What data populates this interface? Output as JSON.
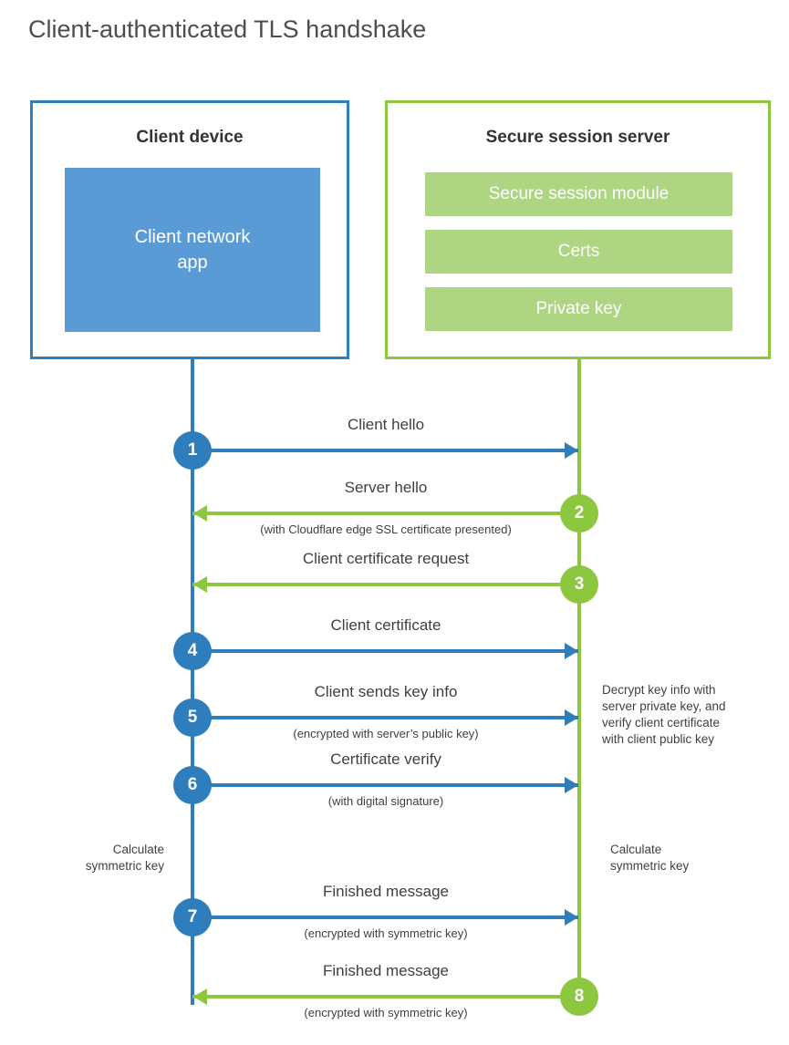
{
  "diagram": {
    "title": "Client-authenticated TLS handshake",
    "colors": {
      "client_blue": "#2e7dbd",
      "client_app_fill": "#5b9bd5",
      "server_green": "#8dc63f",
      "server_bar_fill": "#aed581",
      "text_dark": "#404040",
      "title_gray": "#4d4d4d"
    }
  },
  "client": {
    "title": "Client device",
    "app_label": "Client network\napp"
  },
  "server": {
    "title": "Secure session server",
    "bars": [
      {
        "label": "Secure session module"
      },
      {
        "label": "Certs"
      },
      {
        "label": "Private key"
      }
    ]
  },
  "steps": [
    {
      "number": "1",
      "origin": "client",
      "direction": "right",
      "label": "Client hello",
      "sublabel": ""
    },
    {
      "number": "2",
      "origin": "server",
      "direction": "left",
      "label": "Server hello",
      "sublabel": "(with Cloudflare edge SSL certificate presented)"
    },
    {
      "number": "3",
      "origin": "server",
      "direction": "left",
      "label": "Client certificate request",
      "sublabel": ""
    },
    {
      "number": "4",
      "origin": "client",
      "direction": "right",
      "label": "Client certificate",
      "sublabel": ""
    },
    {
      "number": "5",
      "origin": "client",
      "direction": "right",
      "label": "Client sends key info",
      "sublabel": "(encrypted with server’s public key)"
    },
    {
      "number": "6",
      "origin": "client",
      "direction": "right",
      "label": "Certificate verify",
      "sublabel": "(with digital signature)"
    },
    {
      "number": "7",
      "origin": "client",
      "direction": "right",
      "label": "Finished message",
      "sublabel": "(encrypted with symmetric key)"
    },
    {
      "number": "8",
      "origin": "server",
      "direction": "left",
      "label": "Finished message",
      "sublabel": "(encrypted with symmetric key)"
    }
  ],
  "notes": {
    "decrypt": "Decrypt key info with\nserver private key, and\nverify client certificate\nwith client public key",
    "calculate_symmetric_key_client": "Calculate\nsymmetric key",
    "calculate_symmetric_key_server": "Calculate\nsymmetric key"
  }
}
